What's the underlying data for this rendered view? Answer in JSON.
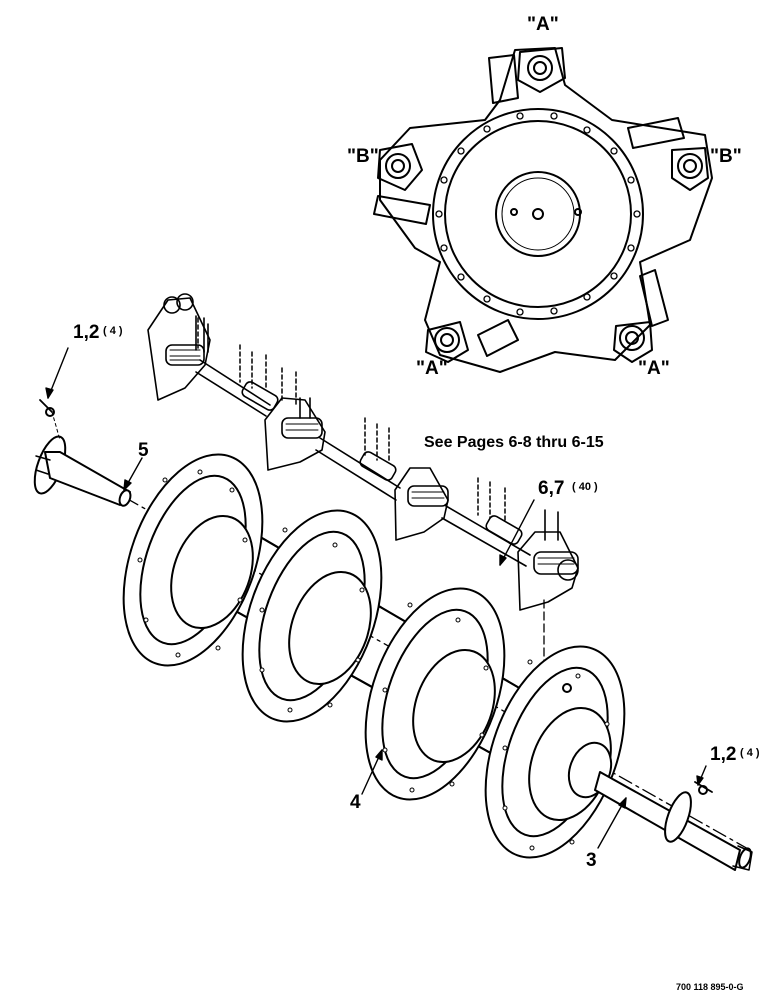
{
  "callouts": {
    "rotor_top": "\"A\"",
    "rotor_left": "\"B\"",
    "rotor_right": "\"B\"",
    "rotor_bottom_left": "\"A\"",
    "rotor_bottom_right": "\"A\"",
    "item_1_2_left": "1,2",
    "item_1_2_left_qty": "( 4 )",
    "item_5": "5",
    "see_pages_note": "See Pages 6-8 thru 6-15",
    "item_6_7": "6,7",
    "item_6_7_qty": "( 40 )",
    "item_1_2_right": "1,2",
    "item_1_2_right_qty": "( 4 )",
    "item_4": "4",
    "item_3": "3"
  },
  "drawing_number": "700 118 895-0-G"
}
